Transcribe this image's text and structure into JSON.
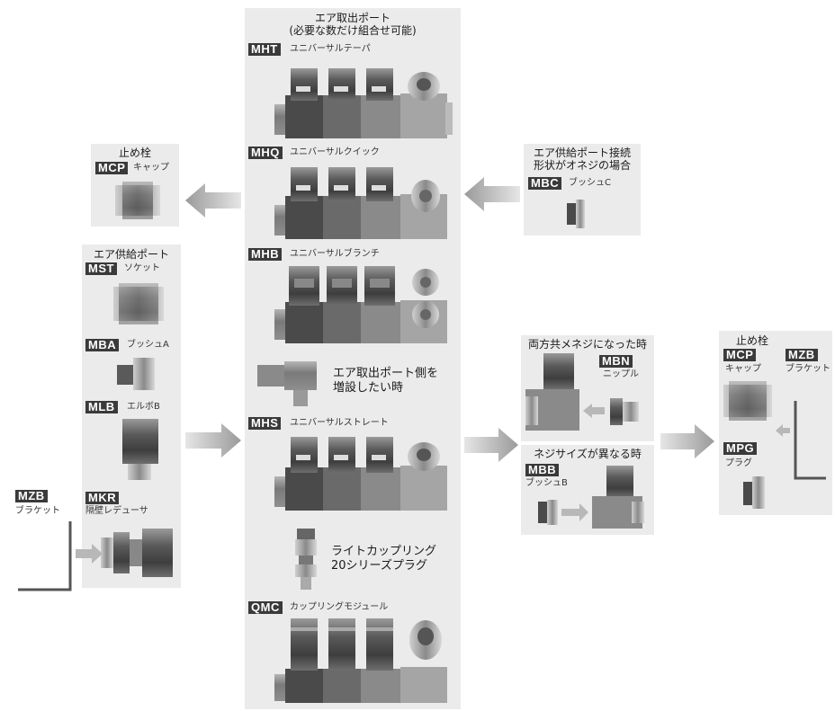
{
  "center": {
    "heading_line1": "エア取出ポート",
    "heading_line2": "(必要な数だけ組合せ可能)",
    "mht": {
      "code": "MHT",
      "name": "ユニバーサルテーパ"
    },
    "mhq": {
      "code": "MHQ",
      "name": "ユニバーサルクイック"
    },
    "mhb": {
      "code": "MHB",
      "name": "ユニバーサルブランチ"
    },
    "extend_line1": "エア取出ポート側を",
    "extend_line2": "増設したい時",
    "mhs": {
      "code": "MHS",
      "name": "ユニバーサルストレート"
    },
    "light_line1": "ライトカップリング",
    "light_line2": "20シリーズプラグ",
    "qmc": {
      "code": "QMC",
      "name": "カップリングモジュール"
    }
  },
  "stopper_left": {
    "heading": "止め栓",
    "mcp": {
      "code": "MCP",
      "name": "キャップ"
    }
  },
  "supply_onesuji": {
    "heading_line1": "エア供給ポート接続",
    "heading_line2": "形状がオネジの場合",
    "mbc": {
      "code": "MBC",
      "name": "ブッシュC"
    }
  },
  "supply_port": {
    "heading": "エア供給ポート",
    "mst": {
      "code": "MST",
      "name": "ソケット"
    },
    "mba": {
      "code": "MBA",
      "name": "ブッシュA"
    },
    "mlb": {
      "code": "MLB",
      "name": "エルボB"
    },
    "mkr": {
      "code": "MKR",
      "name": "隔壁レデューサ"
    }
  },
  "mzb_left": {
    "code": "MZB",
    "name": "ブラケット"
  },
  "both_female": {
    "heading": "両方共メネジになった時",
    "mbn": {
      "code": "MBN",
      "name": "ニップル"
    }
  },
  "size_diff": {
    "heading": "ネジサイズが異なる時",
    "mbb": {
      "code": "MBB",
      "name": "ブッシュB"
    }
  },
  "stopper_right": {
    "heading": "止め栓",
    "mcp": {
      "code": "MCP",
      "name": "キャップ"
    },
    "mzb": {
      "code": "MZB",
      "name": "ブラケット"
    },
    "mpg": {
      "code": "MPG",
      "name": "プラグ"
    }
  },
  "colors": {
    "panel": "#ebebeb",
    "tag": "#3a3a3a",
    "arrow": "#a8a8a8"
  }
}
